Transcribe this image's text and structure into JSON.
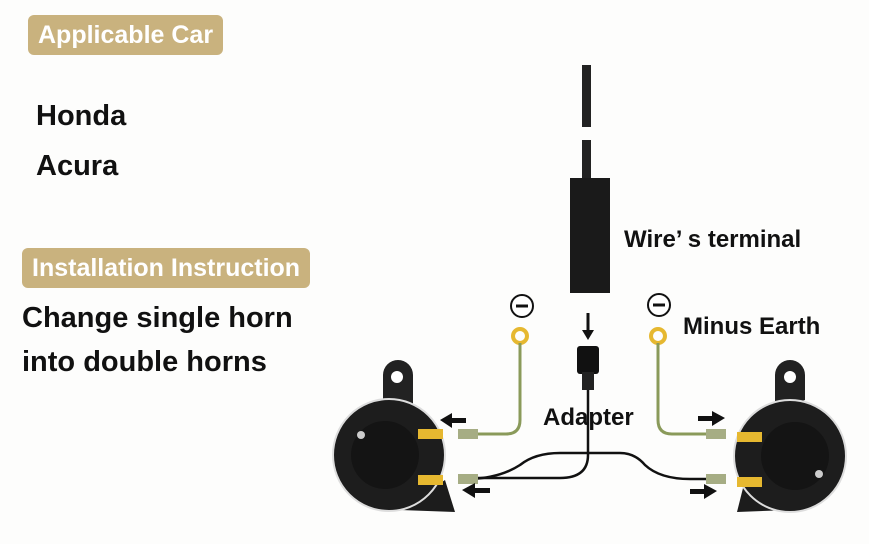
{
  "applicable": {
    "title": "Applicable Car",
    "cars": [
      "Honda",
      "Acura"
    ]
  },
  "installation": {
    "title": "Installation Instruction",
    "lines": [
      "Change single horn",
      "into double horns"
    ]
  },
  "diagram": {
    "wire_terminal": "Wire’ s terminal",
    "minus_earth": "Minus Earth",
    "adapter": "Adapter",
    "minus_symbol": "−"
  },
  "colors": {
    "badge": "#c9b27e",
    "terminal": "#e6b830",
    "wire": "#8a9a5a"
  }
}
